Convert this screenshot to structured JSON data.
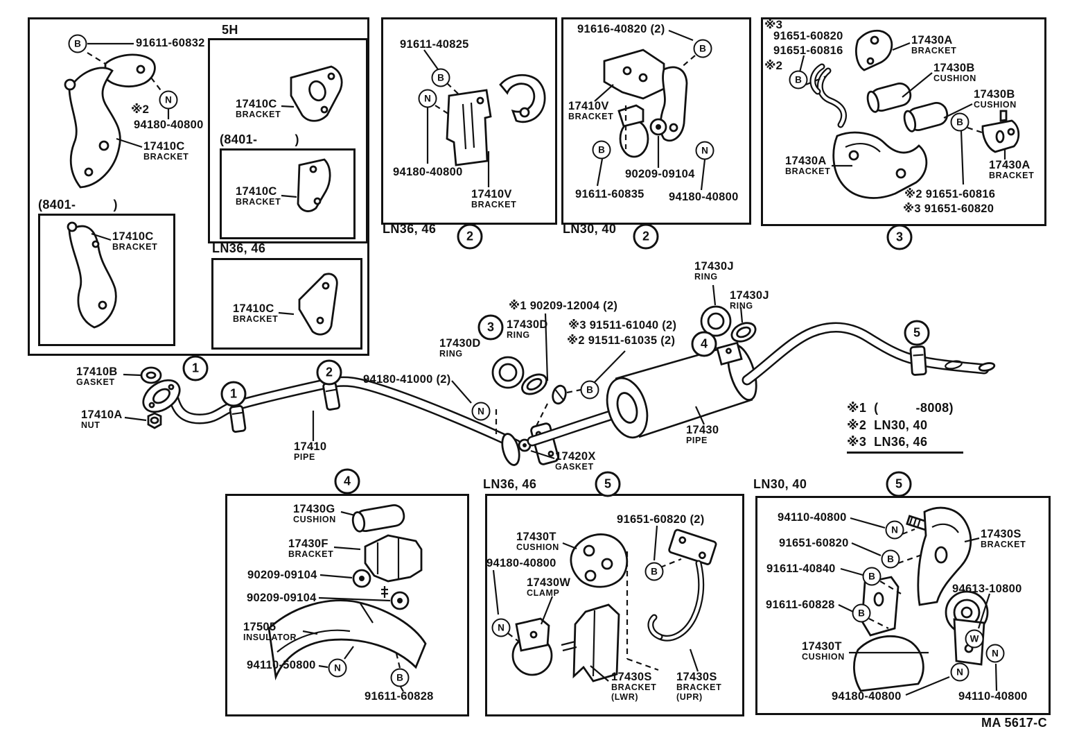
{
  "glyphs": {
    "bolt": "B",
    "nut": "N",
    "washer": "W"
  },
  "callouts": {
    "n1": "1",
    "n2": "2",
    "n3": "3",
    "n4": "4",
    "n5": "5"
  },
  "footer": {
    "doc_code": "MA 5617-C"
  },
  "box1": {
    "bolt_no": "91611-60832",
    "note2": "※2",
    "nut_no": "94180-40800",
    "bracket_code": "17410C",
    "bracket_name": "BRACKET",
    "range": "(8401-          )",
    "range_bracket_code": "17410C",
    "range_bracket_name": "BRACKET",
    "h5_title": "5H",
    "h5_bracket_code": "17410C",
    "h5_bracket_name": "BRACKET",
    "h5_range": "(8401-          )",
    "h5_inner_bracket_code": "17410C",
    "h5_inner_bracket_name": "BRACKET",
    "ln36_title": "LN36, 46",
    "ln36_bracket_code": "17410C",
    "ln36_bracket_name": "BRACKET"
  },
  "box2": {
    "bolt_no": "91611-40825",
    "nut_no": "94180-40800",
    "bracket_code": "17410V",
    "bracket_name": "BRACKET",
    "footer": "LN36, 46"
  },
  "box3": {
    "bolt2_no": "91616-40820 (2)",
    "bracket_code": "17410V",
    "bracket_name": "BRACKET",
    "washer_no": "90209-09104",
    "bolt_no": "91611-60835",
    "nut_no": "94180-40800",
    "footer": "LN30, 40"
  },
  "box4": {
    "note3": "※3",
    "bolt_no_60820": "91651-60820",
    "bolt_no_60816": "91651-60816",
    "note2": "※2",
    "bracket_top_code": "17430A",
    "bracket_top_name": "BRACKET",
    "cushion1_code": "17430B",
    "cushion1_name": "CUSHION",
    "cushion2_code": "17430B",
    "cushion2_name": "CUSHION",
    "bracket_left_code": "17430A",
    "bracket_left_name": "BRACKET",
    "bracket_right_code": "17430A",
    "bracket_right_name": "BRACKET",
    "note2_line": "※2 91651-60816",
    "note3_line": "※3 91651-60820"
  },
  "mid": {
    "gasket_code": "17410B",
    "gasket_name": "GASKET",
    "nut_code": "17410A",
    "nut_name": "NUT",
    "front_pipe_code": "17410",
    "front_pipe_name": "PIPE",
    "clamp_nut_no": "94180-41000 (2)",
    "ring_d_code": "17430D",
    "ring_d_name": "RING",
    "ring_d2_code": "17430D",
    "ring_d2_name": "RING",
    "note1_bolt": "※1 90209-12004 (2)",
    "note3_bolt": "※3 91511-61040 (2)",
    "note2_bolt": "※2 91511-61035 (2)",
    "ring_j_code": "17430J",
    "ring_j_name": "RING",
    "ring_j2_code": "17430J",
    "ring_j2_name": "RING",
    "gasket_x_code": "17420X",
    "gasket_x_name": "GASKET",
    "tail_pipe_code": "17430",
    "tail_pipe_name": "PIPE"
  },
  "legend": {
    "l1": "※1  (          -8008)",
    "l2": "※2  LN30, 40",
    "l3": "※3  LN36, 46"
  },
  "box5": {
    "cushion_code": "17430G",
    "cushion_name": "CUSHION",
    "bracket_code": "17430F",
    "bracket_name": "BRACKET",
    "washer1_no": "90209-09104",
    "washer2_no": "90209-09104",
    "insulator_code": "17505",
    "insulator_name": "INSULATOR",
    "nut_no": "94110-50800",
    "bolt_no": "91611-60828"
  },
  "box6": {
    "header": "LN36, 46",
    "bolt_no": "91651-60820 (2)",
    "cushion_code": "17430T",
    "cushion_name": "CUSHION",
    "nut_no": "94180-40800",
    "clamp_code": "17430W",
    "clamp_name": "CLAMP",
    "bracket_lwr_code": "17430S",
    "bracket_lwr_name": "BRACKET",
    "bracket_lwr_pos": "(LWR)",
    "bracket_upr_code": "17430S",
    "bracket_upr_name": "BRACKET",
    "bracket_upr_pos": "(UPR)"
  },
  "box7": {
    "header": "LN30, 40",
    "nut_top_no": "94110-40800",
    "bolt_60820": "91651-60820",
    "bolt_40840": "91611-40840",
    "bolt_60828": "91611-60828",
    "bracket_code": "17430S",
    "bracket_name": "BRACKET",
    "washer_no": "94613-10800",
    "cushion_code": "17430T",
    "cushion_name": "CUSHION",
    "nut_bl_no": "94180-40800",
    "nut_br_no": "94110-40800"
  }
}
